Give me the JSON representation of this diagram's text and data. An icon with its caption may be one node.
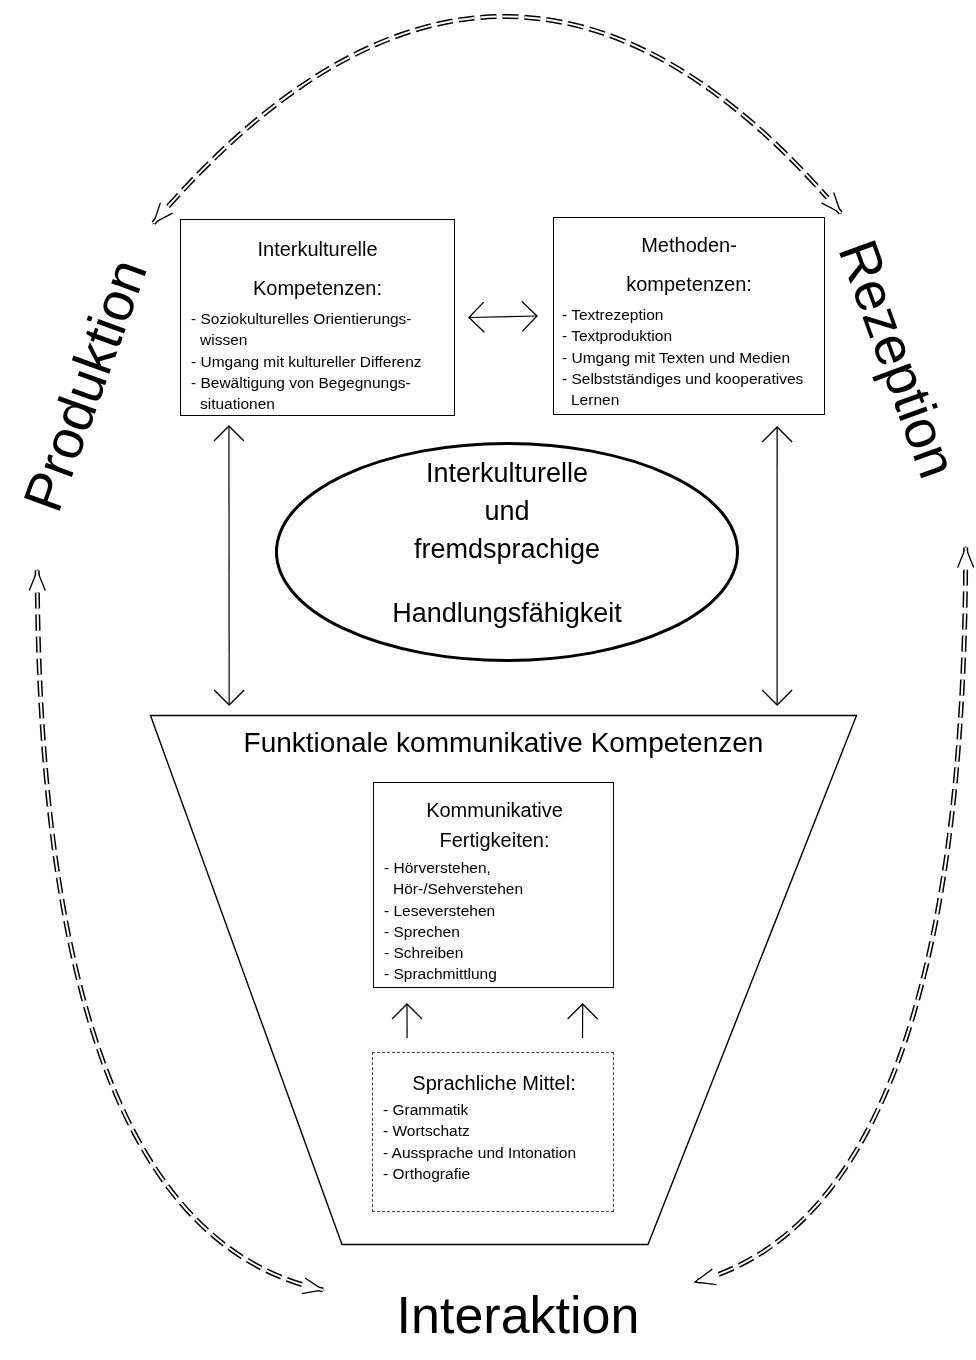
{
  "diagram": {
    "nodes": [
      {
        "text": [
          "Produktion"
        ]
      },
      {
        "text": [
          "Rezeption"
        ]
      },
      {
        "text": [
          "Interaktion"
        ]
      },
      {
        "text": [
          "Interkulturelle Kompetenzen:",
          "- Soziokulturelles Orientierungs- wissen",
          "- Umgang mit kultureller Differenz",
          "- Bewältigung von Begegnungs- situationen"
        ]
      },
      {
        "text": [
          "Methoden- kompetenzen:",
          "- Textrezeption",
          "- Textproduktion",
          "- Umgang mit Texten und Medien",
          "- Selbstständiges und kooperatives Lernen"
        ]
      },
      {
        "text": [
          "Interkulturelle und fremdsprachige",
          "Handlungsfähigkeit"
        ]
      },
      {
        "text": [
          "Funktionale kommunikative Kompetenzen"
        ]
      },
      {
        "text": [
          "Kommunikative Fertigkeiten:",
          "- Hörverstehen, Hör-/Sehverstehen",
          "- Leseverstehen",
          "- Sprechen",
          "- Schreiben",
          "- Sprachmittlung"
        ],
        "in": 6
      },
      {
        "text": [
          "Sprachliche Mittel:",
          "- Grammatik",
          "- Wortschatz",
          "- Aussprache und Intonation",
          "- Orthografie"
        ],
        "in": 6
      }
    ],
    "edges": [
      {
        "from": 0,
        "to": 1,
        "arrow": "both",
        "style": "dashed"
      },
      {
        "from": 0,
        "to": 2,
        "arrow": "both",
        "style": "dashed"
      },
      {
        "from": 1,
        "to": 2,
        "arrow": "both",
        "style": "dashed"
      },
      {
        "from": 3,
        "to": 4,
        "arrow": "both"
      },
      {
        "from": 3,
        "to": 6,
        "arrow": "both"
      },
      {
        "from": 4,
        "to": 6,
        "arrow": "both"
      },
      {
        "from": 8,
        "to": 7,
        "arrow": "to"
      },
      {
        "from": 8,
        "to": 7,
        "arrow": "to"
      }
    ]
  }
}
